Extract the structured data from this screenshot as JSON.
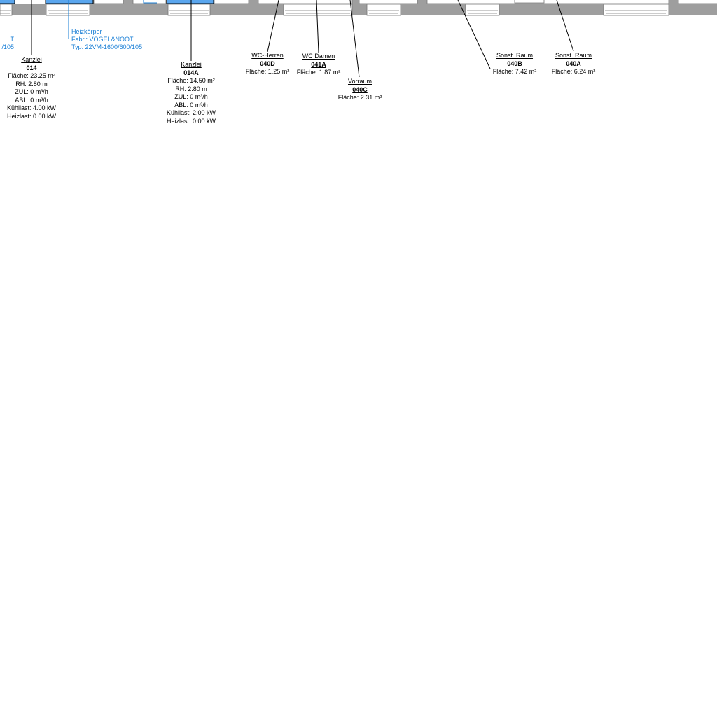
{
  "colors": {
    "wall": "#9e9e9e",
    "radiator": "#5aa6ee",
    "annotation": "#1a7fd6"
  },
  "radiator_note": {
    "lines": [
      "Heizkörper",
      "Fabr.: VOGEL&NOOT",
      "Typ: 22VM-1600/600/105"
    ]
  },
  "radiator_note_cut": {
    "lines": [
      "T",
      "/105"
    ]
  },
  "rooms": [
    {
      "name": "Kanzlei",
      "number": "014",
      "lines": [
        "Fläche: 23.25 m²",
        "RH: 2.80 m",
        "ZUL: 0 m³/h",
        "ABL: 0 m³/h",
        "Kühllast: 4.00 kW",
        "Heizlast: 0.00 kW"
      ]
    },
    {
      "name": "Kanzlei",
      "number": "014A",
      "lines": [
        "Fläche: 14.50 m²",
        "RH: 2.80 m",
        "ZUL: 0 m³/h",
        "ABL: 0 m³/h",
        "Kühllast: 2.00 kW",
        "Heizlast: 0.00 kW"
      ]
    },
    {
      "name": "WC-Herren",
      "number": "040D",
      "lines": [
        "Fläche: 1.25 m²"
      ]
    },
    {
      "name": "WC Damen",
      "number": "041A",
      "lines": [
        "Fläche: 1.87 m²"
      ]
    },
    {
      "name": "Vorraum",
      "number": "040C",
      "lines": [
        "Fläche: 2.31 m²"
      ]
    },
    {
      "name": "Sonst. Raum",
      "number": "040B",
      "lines": [
        "Fläche: 7.42 m²"
      ]
    },
    {
      "name": "Sonst. Raum",
      "number": "040A",
      "lines": [
        "Fläche: 6.24 m²"
      ]
    }
  ]
}
